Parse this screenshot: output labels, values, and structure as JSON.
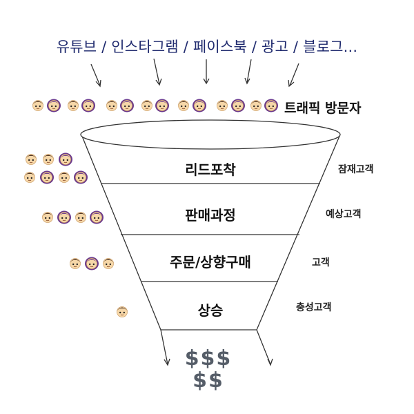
{
  "sources_text": "유튜브 / 인스타그램 / 페이스북 / 광고 / 블로그...",
  "traffic_label": "트래픽 방문자",
  "stages": [
    {
      "label": "리드포착",
      "side_label": "잠재고객"
    },
    {
      "label": "판매과정",
      "side_label": "예상고객"
    },
    {
      "label": "주문/상향구매",
      "side_label": "고객"
    },
    {
      "label": "상승",
      "side_label": "충성고객"
    }
  ],
  "money_row1": "$$$",
  "money_row2": "$$",
  "colors": {
    "source_text": "#1f2a6e",
    "funnel_line": "#333333",
    "money": "#555d68",
    "face_skin": "#f6d7a8",
    "hair_boy": "#4a2f1f",
    "hair_girl": "#6b3a8c"
  },
  "icons": {
    "person": "boy-face-icon",
    "person_alt": "girl-face-icon",
    "arrow": "arrow-down-icon"
  }
}
